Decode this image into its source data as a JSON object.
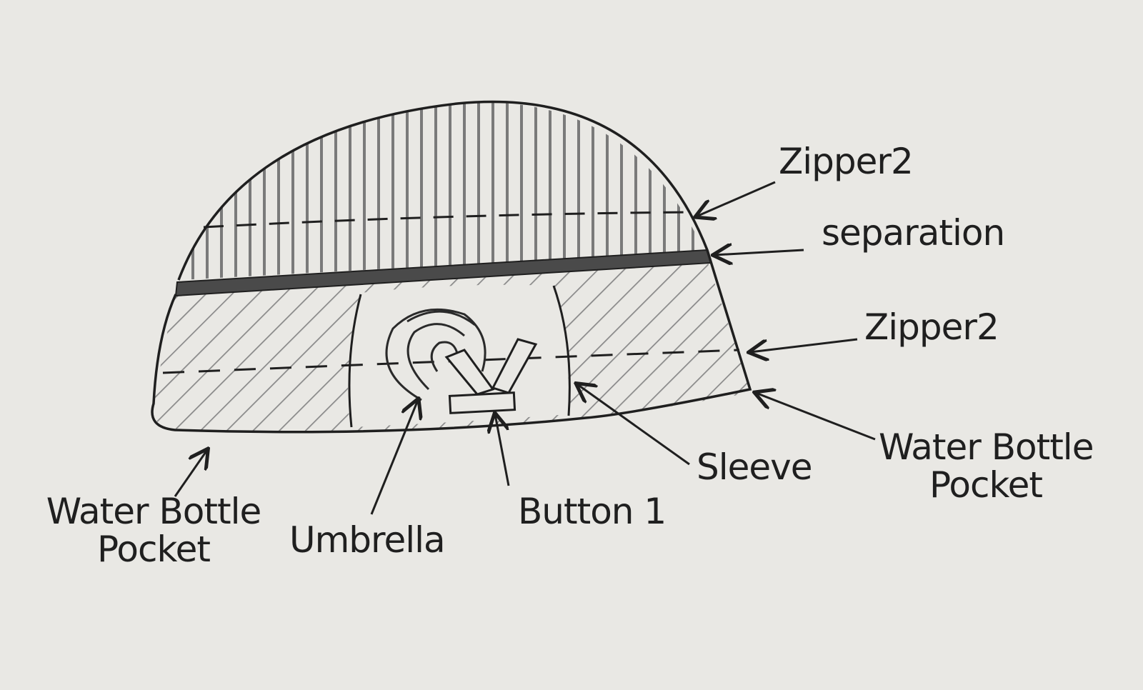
{
  "labels": {
    "zipper_top": "Zipper2",
    "separation": "separation",
    "zipper_middle": "Zipper2",
    "water_bottle_right_line1": "Water Bottle",
    "water_bottle_right_line2": "Pocket",
    "sleeve": "Sleeve",
    "button": "Button 1",
    "umbrella": "Umbrella",
    "water_bottle_left_line1": "Water Bottle",
    "water_bottle_left_line2": "Pocket"
  },
  "colors": {
    "paper": "#e9e8e4",
    "ink": "#1f1f1f",
    "pencil": "#7a7a7a",
    "separation_band": "#4a4a4a"
  }
}
